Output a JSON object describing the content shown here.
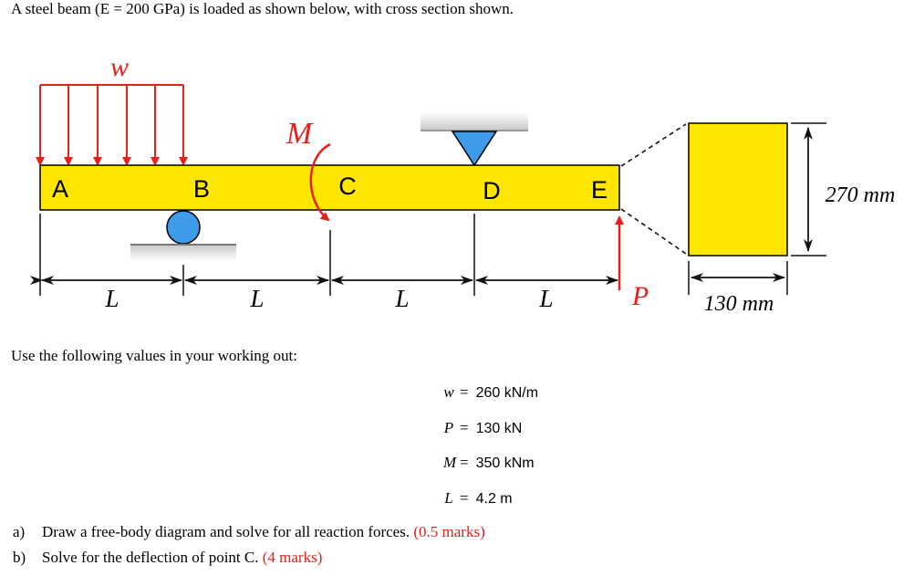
{
  "intro": "A steel beam (E = 200 GPa) is loaded as shown below, with cross section shown.",
  "diagram": {
    "w_label": "w",
    "moment_label": "M",
    "force_label": "P",
    "points": [
      "A",
      "B",
      "C",
      "D",
      "E"
    ],
    "spans": [
      "L",
      "L",
      "L",
      "L"
    ],
    "cross_section": {
      "width": "130 mm",
      "height": "270 mm"
    },
    "colors": {
      "beam": "#FFE600",
      "load_arrows": "#E8201B",
      "supports": "#3D9BE9",
      "section_fill": "#FFE600"
    }
  },
  "use_values_text": "Use the following values in your working out:",
  "values": [
    {
      "symbol": "w",
      "value": "260 kN/m"
    },
    {
      "symbol": "P",
      "value": "130 kN"
    },
    {
      "symbol": "M",
      "value": "350 kNm"
    },
    {
      "symbol": "L",
      "value": "4.2 m"
    }
  ],
  "questions": [
    {
      "label": "a)",
      "text": "Draw a free-body diagram and solve for all reaction forces. ",
      "marks": "(0.5 marks)"
    },
    {
      "label": "b)",
      "text": "Solve for the deflection of point C. ",
      "marks": "(4 marks)"
    }
  ]
}
